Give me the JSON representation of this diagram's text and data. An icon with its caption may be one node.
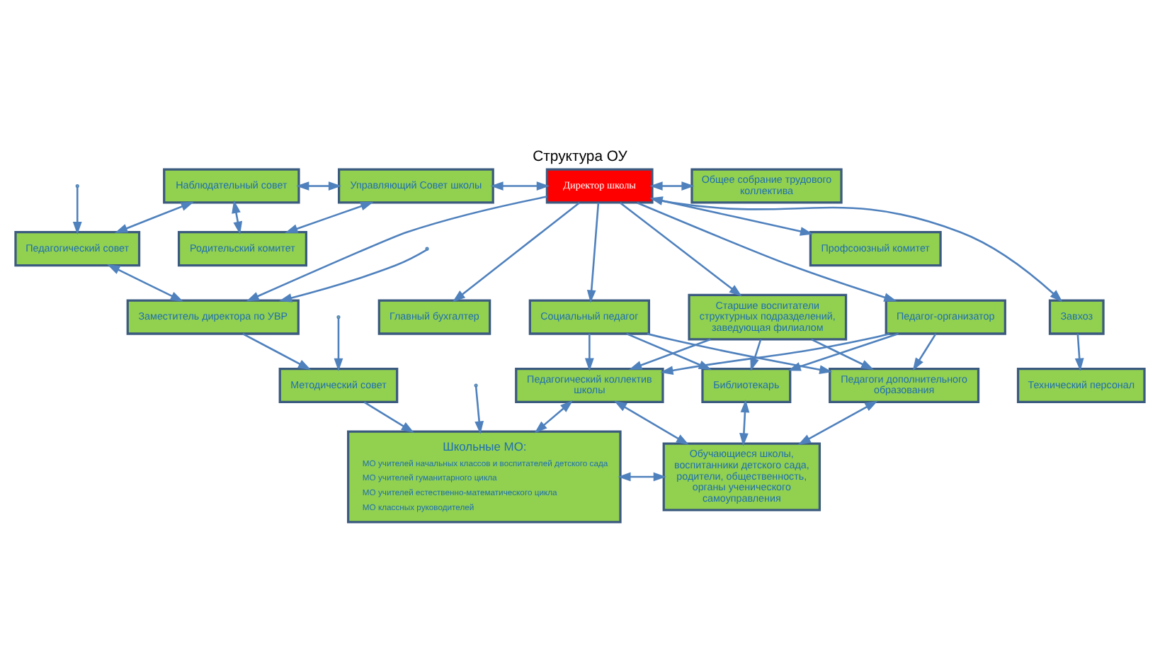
{
  "diagram": {
    "title": "Структура ОУ",
    "nodes": [
      {
        "text": [
          "Наблюдательный совет"
        ]
      },
      {
        "text": [
          "Управляющий Совет школы"
        ]
      },
      {
        "text": [
          "Директор школы"
        ]
      },
      {
        "text": [
          "Общее собрание трудового коллектива"
        ]
      },
      {
        "text": [
          "Педагогический совет"
        ]
      },
      {
        "text": [
          "Родительский комитет"
        ]
      },
      {
        "text": [
          "Профсоюзный комитет"
        ]
      },
      {
        "text": [
          "Заместитель директора по УВР"
        ]
      },
      {
        "text": [
          "Педагог-организатор"
        ]
      },
      {
        "text": [
          "Социальный педагог"
        ]
      },
      {
        "text": [
          "Старшие воспитатели структурных подразделений, заведующая филиалом"
        ]
      },
      {
        "text": [
          "Главный бухгалтер"
        ]
      },
      {
        "text": [
          "Завхоз"
        ]
      },
      {
        "text": [
          "Методический совет"
        ]
      },
      {
        "text": [
          "Педагогический коллектив школы"
        ]
      },
      {
        "text": [
          "Педагоги дополнительного образования"
        ]
      },
      {
        "text": [
          "Библиотекарь"
        ]
      },
      {
        "text": [
          "Технический персонал"
        ]
      },
      {
        "text": [
          "Школьные МО:",
          "МО учителей начальных классов и воспитателей детского сада",
          "МО учителей гуманитарного цикла",
          "МО учителей естественно-математического цикла",
          "МО классных руководителей"
        ]
      },
      {
        "text": [
          "Обучающиеся школы, воспитанники детского сада, родители, общественность, органы ученического самоуправления"
        ]
      }
    ],
    "edges": [
      {
        "from": 0,
        "to": 1,
        "arrow": "both"
      },
      {
        "from": 1,
        "to": 2,
        "arrow": "both"
      },
      {
        "from": 2,
        "to": 3,
        "arrow": "both"
      },
      {
        "from": 2,
        "to": 6,
        "arrow": "both"
      },
      {
        "from": 0,
        "to": 4,
        "arrow": "both"
      },
      {
        "from": 0,
        "to": 5,
        "arrow": "both"
      },
      {
        "from": 1,
        "to": 5,
        "arrow": "both"
      },
      {
        "from": 4,
        "to": 7,
        "arrow": "both"
      },
      {
        "from": 2,
        "to": 7,
        "arrow": "to"
      },
      {
        "from": 2,
        "to": 8,
        "arrow": "to"
      },
      {
        "from": 2,
        "to": 9,
        "arrow": "to"
      },
      {
        "from": 2,
        "to": 10,
        "arrow": "to"
      },
      {
        "from": 2,
        "to": 11,
        "arrow": "to"
      },
      {
        "from": 2,
        "to": 12,
        "arrow": "to"
      },
      {
        "from": null,
        "to": 4,
        "arrow": "to"
      },
      {
        "from": null,
        "to": 7,
        "arrow": "to"
      },
      {
        "from": null,
        "to": 13,
        "arrow": "to"
      },
      {
        "from": null,
        "to": 18,
        "arrow": "to"
      },
      {
        "from": 7,
        "to": 13,
        "arrow": "to"
      },
      {
        "from": 8,
        "to": 14,
        "arrow": "to"
      },
      {
        "from": 8,
        "to": 15,
        "arrow": "to"
      },
      {
        "from": 8,
        "to": 16,
        "arrow": "to"
      },
      {
        "from": 9,
        "to": 14,
        "arrow": "to"
      },
      {
        "from": 9,
        "to": 15,
        "arrow": "to"
      },
      {
        "from": 9,
        "to": 16,
        "arrow": "to"
      },
      {
        "from": 10,
        "to": 14,
        "arrow": "to"
      },
      {
        "from": 10,
        "to": 15,
        "arrow": "to"
      },
      {
        "from": 10,
        "to": 16,
        "arrow": "to"
      },
      {
        "from": 12,
        "to": 17,
        "arrow": "to"
      },
      {
        "from": 13,
        "to": 18,
        "arrow": "to"
      },
      {
        "from": 14,
        "to": 18,
        "arrow": "both"
      },
      {
        "from": 14,
        "to": 19,
        "arrow": "both"
      },
      {
        "from": 15,
        "to": 19,
        "arrow": "both"
      },
      {
        "from": 16,
        "to": 19,
        "arrow": "both"
      },
      {
        "from": 18,
        "to": 19,
        "arrow": "both"
      }
    ]
  }
}
